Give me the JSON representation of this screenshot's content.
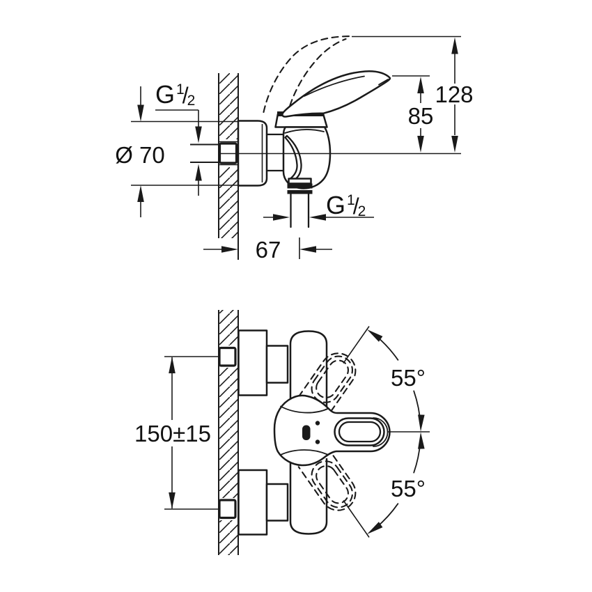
{
  "drawing": {
    "type": "technical-dimension-drawing",
    "product": "wall-mounted single-lever shower mixer",
    "colors": {
      "line": "#1a1a1a",
      "background": "#ffffff",
      "text": "#111111"
    },
    "top_view": {
      "thread_top": {
        "letter": "G",
        "numerator": "1",
        "slash": "/",
        "denominator": "2"
      },
      "escutcheon_diameter": "Ø 70",
      "handle_height": "85",
      "total_height": "128",
      "wall_to_hose_center": "67",
      "thread_bottom": {
        "letter": "G",
        "numerator": "1",
        "slash": "/",
        "denominator": "2"
      }
    },
    "bottom_view": {
      "connection_distance": "150±15",
      "handle_swivel_upper": "55°",
      "handle_swivel_lower": "55°"
    }
  }
}
